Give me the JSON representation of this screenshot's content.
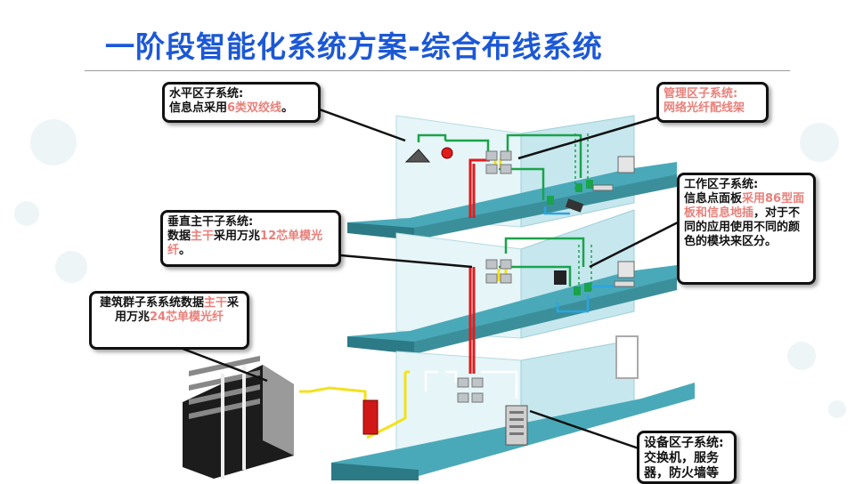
{
  "slide": {
    "title": "一阶段智能化系统方案-综合布线系统"
  },
  "callouts": {
    "horizontal": {
      "heading": "水平区子系统:",
      "line2_prefix": "信息点采用",
      "line2_highlight": "6类双绞线",
      "line2_suffix": "。"
    },
    "management": {
      "heading": "管理区子系统:",
      "line2_highlight": "网络光纤配线架"
    },
    "work_area": {
      "heading": "工作区子系统:",
      "text_prefix": "信息点面板",
      "text_highlight": "采用86型面板和信息地插",
      "text_suffix": "，对于不同的应用使用不同的颜色的模块来区分。"
    },
    "vertical": {
      "heading": "垂直主干子系统:",
      "p1": "数据",
      "h1": "主干",
      "p2": "采用万兆",
      "h2": "12芯单模光纤",
      "p3": "。"
    },
    "campus": {
      "p1": "建筑群子系系统数据",
      "h1": "主干",
      "p2": "采用万兆",
      "h2": "24芯单模光纤"
    },
    "equipment": {
      "heading": "设备区子系统:",
      "body": "交换机，服务器，防火墙等"
    }
  },
  "colors": {
    "title": "#1c58d6",
    "highlight": "#e8807a",
    "floor_top": "#4aa9b8",
    "floor_front": "#2c7a86",
    "wall": "#d7eff3",
    "backbone_red": "#e01c1c",
    "cable_green": "#1aa34a",
    "cable_blue": "#2aa5e0",
    "cable_yellow": "#f3e21c"
  }
}
